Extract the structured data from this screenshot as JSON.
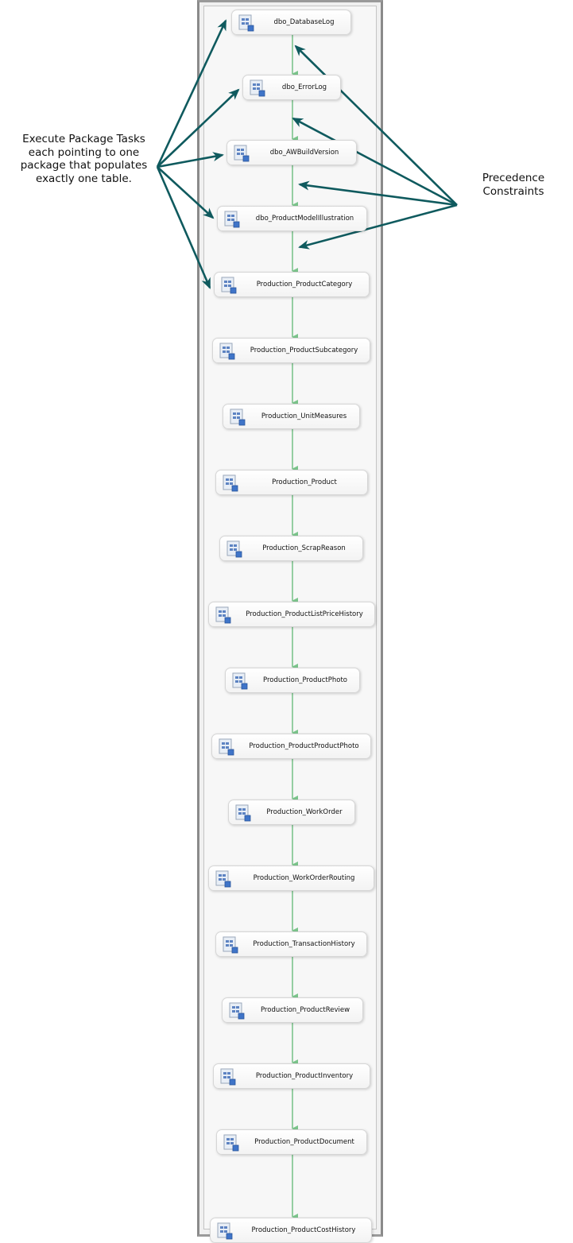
{
  "tasks": [
    "dbo_DatabaseLog",
    "dbo_ErrorLog",
    "dbo_AWBuildVersion",
    "dbo_ProductModelIllustration",
    "Production_ProductCategory",
    "Production_ProductSubcategory",
    "Production_UnitMeasures",
    "Production_Product",
    "Production_ScrapReason",
    "Production_ProductListPriceHistory",
    "Production_ProductPhoto",
    "Production_ProductProductPhoto",
    "Production_WorkOrder",
    "Production_WorkOrderRouting",
    "Production_TransactionHistory",
    "Production_ProductReview",
    "Production_ProductInventory",
    "Production_ProductDocument",
    "Production_ProductCostHistory"
  ],
  "annotations": {
    "left_callout": "Execute Package Tasks each pointing to one package that populates exactly one table.",
    "right_callout": "Precedence Constraints"
  },
  "colors": {
    "constraint_green": "#7cc48c",
    "callout_arrow": "#0f5a5e"
  },
  "icons": {
    "task": "execute-package-task-icon"
  }
}
